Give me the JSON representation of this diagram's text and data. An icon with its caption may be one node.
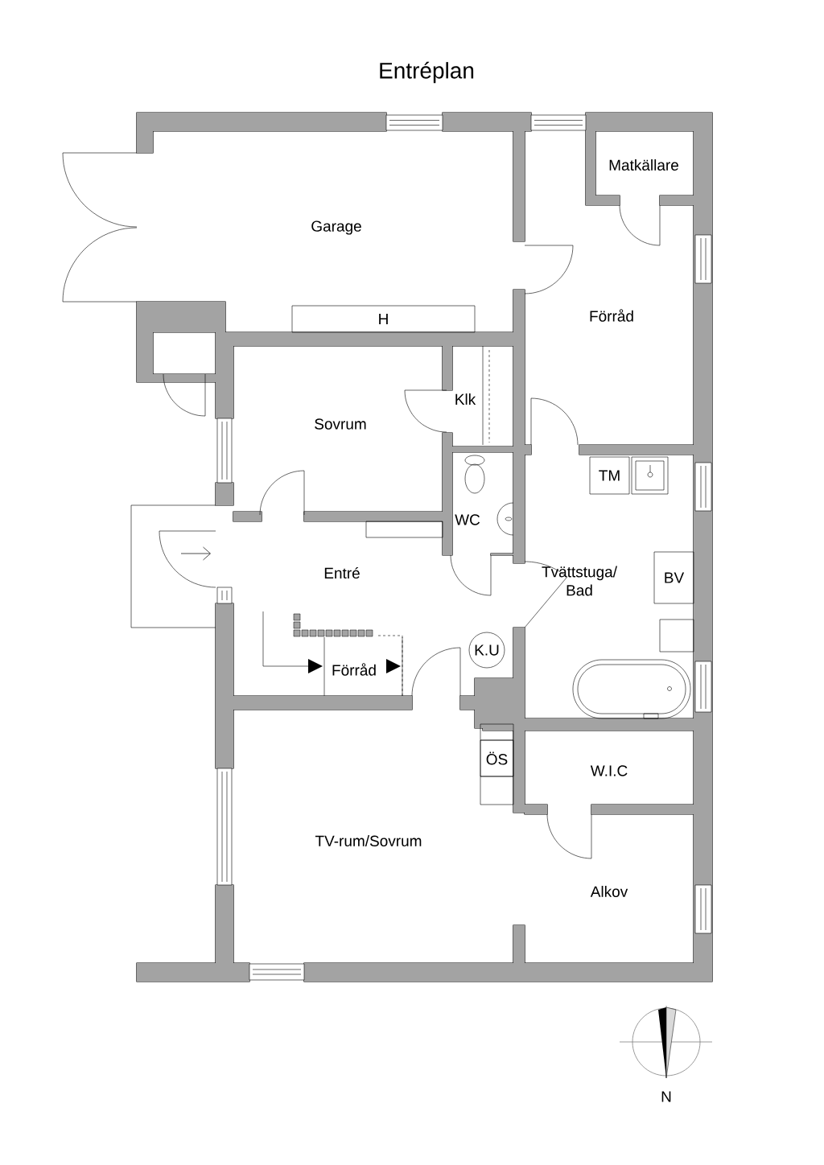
{
  "diagram": {
    "title": "Entréplan",
    "nodes": [
      {
        "text": [
          "H"
        ]
      },
      {
        "text": [
          "TM"
        ]
      },
      {
        "text": [
          "BV"
        ]
      },
      {
        "text": [
          "K.U"
        ]
      },
      {
        "text": [
          "ÖS"
        ]
      },
      {
        "text": [],
        "shape": "box"
      },
      {
        "text": [],
        "shape": "box"
      }
    ],
    "labels": [
      "Garage",
      "Matkällare",
      "Förråd",
      "Klk",
      "Sovrum",
      "WC",
      "Entré",
      "Tvättstuga/ Bad",
      "Förråd",
      "W.I.C",
      "TV-rum/Sovrum",
      "Alkov",
      "N"
    ]
  }
}
